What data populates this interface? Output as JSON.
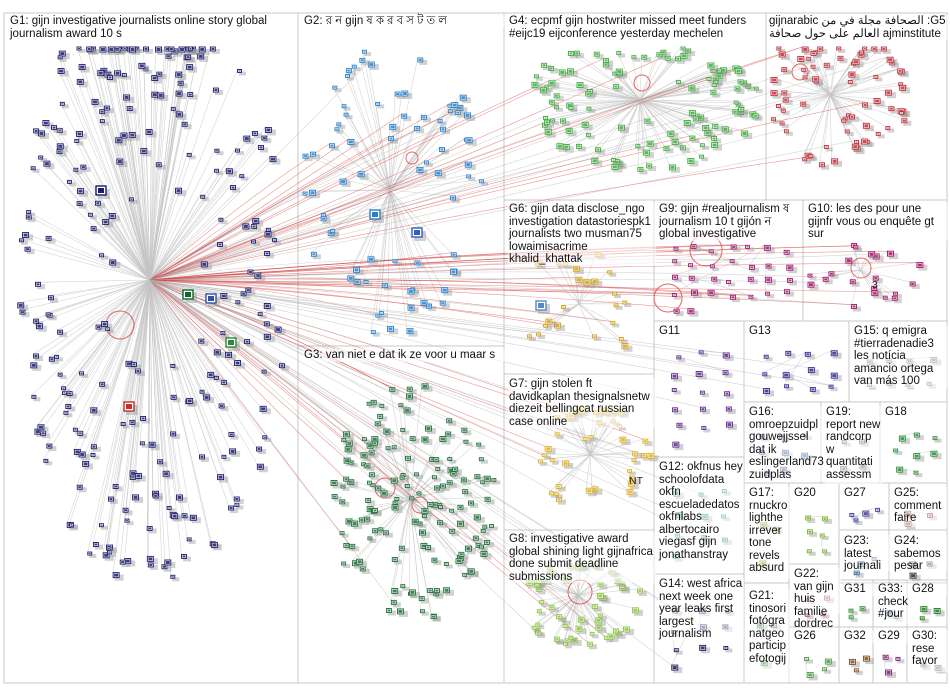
{
  "groups": [
    {
      "id": "G1",
      "label": "G1: gijn investigative journalists online story global journalism award 10 s"
    },
    {
      "id": "G2",
      "label": "G2: র ন gijn ষ ক র ব স ট ত ল"
    },
    {
      "id": "G3",
      "label": "G3: van niet e dat ik ze voor u maar s"
    },
    {
      "id": "G4",
      "label": "G4: ecpmf gijn hostwriter missed meet funders #eijc19 eijconference yesterday mechelen"
    },
    {
      "id": "G5",
      "label": "G5: الصحافة مجلة في من gijnarabic ajminstitute العالم على حول صحافة"
    },
    {
      "id": "G6",
      "label": "G6: gijn data disclose_ngo investigation datastoriespk1 journalists two musman75 lowaimisacrime khalid_khattak"
    },
    {
      "id": "G7",
      "label": "G7: gijn stolen ft davidkaplan thesignalsnetw diezeit bellingcat russian case online"
    },
    {
      "id": "G8",
      "label": "G8: investigative award global shining light gijnafrica done submit deadline submissions"
    },
    {
      "id": "G9",
      "label": "G9: gijn #realjournalism ষ journalism 10 t gijón ন global investigative"
    },
    {
      "id": "G10",
      "label": "G10: les des pour une gijnfr vous ou enquête gt sur"
    },
    {
      "id": "G11",
      "label": "G11"
    },
    {
      "id": "G12",
      "label": "G12: okfnus hey schoolofdata okfn escueladedatos okfnlabs albertocairo viegasf gijn jonathanstray"
    },
    {
      "id": "G13",
      "label": "G13"
    },
    {
      "id": "G14",
      "label": "G14: west africa next week one year leaks first largest journalism"
    },
    {
      "id": "G15",
      "label": "G15: q emigra #tierradenadie3 les notícia amancio ortega van más 100"
    },
    {
      "id": "G16",
      "label": "G16: omroepzuidpl gouwejjssel dat ik eslingerland73 zuidplas"
    },
    {
      "id": "G17",
      "label": "G17: rnuckro lighthe irrever tone revels absurd"
    },
    {
      "id": "G18",
      "label": "G18"
    },
    {
      "id": "G19",
      "label": "G19: report new randcorp w quantitati assessm"
    },
    {
      "id": "G20",
      "label": "G20"
    },
    {
      "id": "G21",
      "label": "G21: tinosori fotógra natgeo particip efotogij"
    },
    {
      "id": "G22",
      "label": "G22: van gijn huis familie dordrec"
    },
    {
      "id": "G23",
      "label": "G23: latest journali"
    },
    {
      "id": "G24",
      "label": "G24: sabemos pesar"
    },
    {
      "id": "G25",
      "label": "G25: comment faire"
    },
    {
      "id": "G26",
      "label": "G26"
    },
    {
      "id": "G27",
      "label": "G27"
    },
    {
      "id": "G28",
      "label": "G28"
    },
    {
      "id": "G29",
      "label": "G29"
    },
    {
      "id": "G30",
      "label": "G30: rese favor"
    },
    {
      "id": "G31",
      "label": "G31"
    },
    {
      "id": "G32",
      "label": "G32"
    },
    {
      "id": "G33",
      "label": "G33: check #jour"
    }
  ],
  "node_labels": [
    "NT",
    "3"
  ],
  "colors": {
    "G1": "#1b1b6b",
    "G2": "#2a7fc9",
    "G3": "#1f6e3a",
    "G4": "#3dab3d",
    "G5": "#c0303a",
    "G6": "#d4a017",
    "G7": "#e0b020",
    "G8": "#8cc63f",
    "G9": "#9b1b6e",
    "G10": "#a01060",
    "G11": "#5a2a8a",
    "G12": "#1f8a8a",
    "G13": "#2a2a8a",
    "G14": "#1a1a5a",
    "G15": "#707070",
    "G16": "#204a8a",
    "G17": "#8a8a1a",
    "G18": "#2a8a3a",
    "G19": "#555555",
    "G20": "#7ab030",
    "G21": "#2a6a2a",
    "G22": "#b03a8a",
    "G23": "#2a5a9a",
    "G24": "#2a2a2a",
    "G25": "#8a2a2a",
    "G26": "#4a9a4a",
    "G27": "#3a3a9a",
    "G28": "#1a7a1a",
    "G29": "#7a1a6a",
    "G30": "#606060",
    "G31": "#2a8a2a",
    "G32": "#7a4a1a",
    "G33": "#3a6aaa",
    "inter_edge": "#d94040",
    "frame": "#c8c8c8"
  }
}
